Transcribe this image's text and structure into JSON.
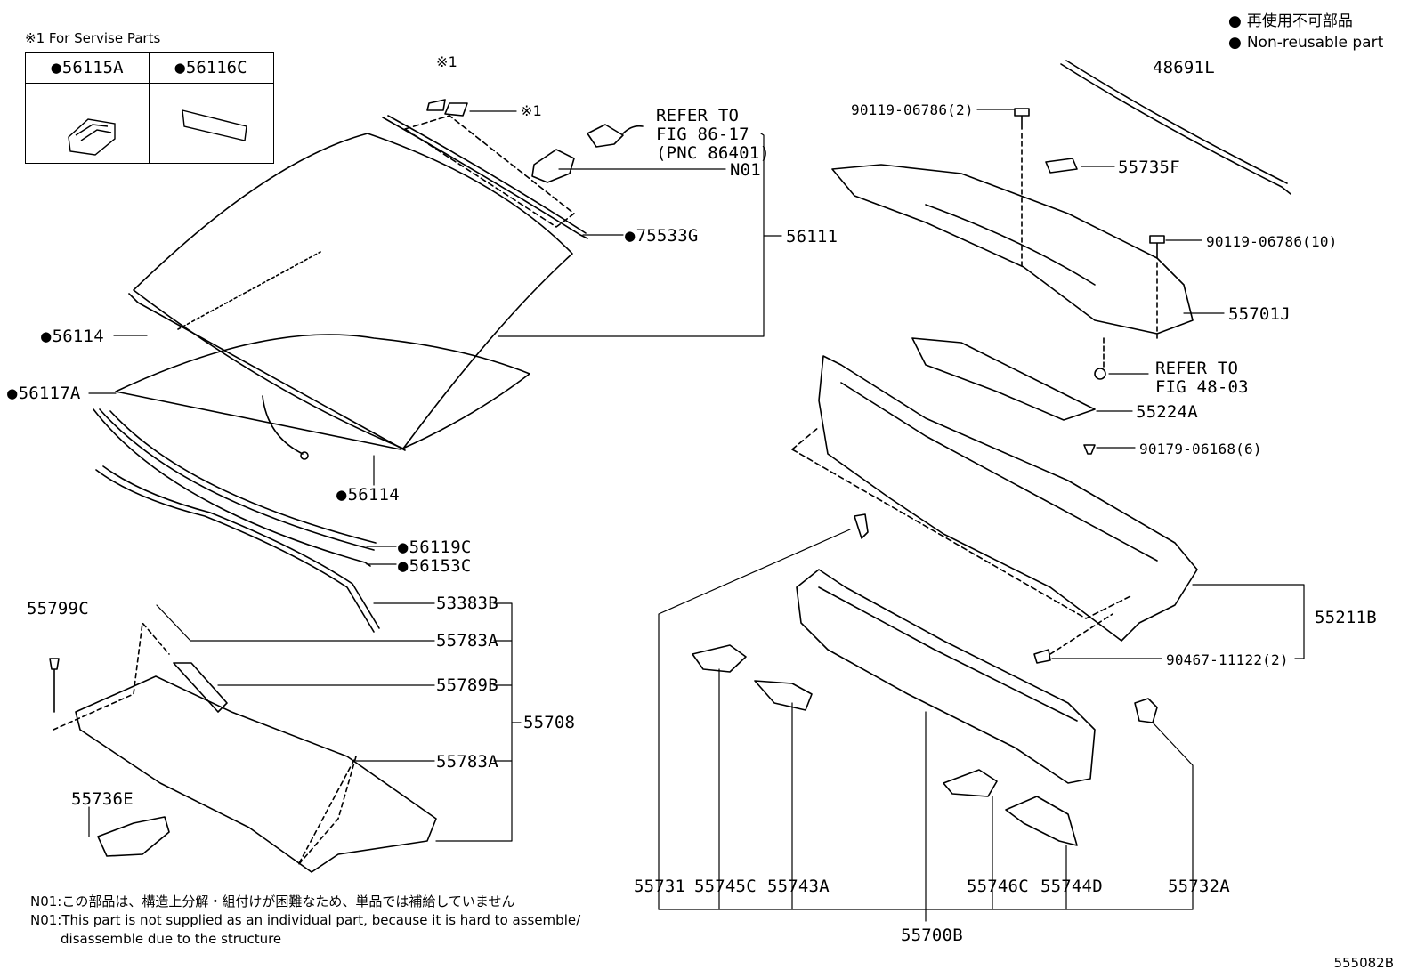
{
  "legend": {
    "jp": "再使用不可部品",
    "en": "Non-reusable part"
  },
  "service_note": "※1 For Servise Parts",
  "service_table": [
    "56115A",
    "56116C"
  ],
  "refer_1": [
    "REFER TO",
    "FIG 86-17",
    "(PNC 86401)"
  ],
  "refer_2": [
    "REFER TO",
    "FIG 48-03"
  ],
  "parts": {
    "p48691L": "48691L",
    "p90119_2": "90119-06786(2)",
    "p55735F": "55735F",
    "p90119_10": "90119-06786(10)",
    "p55701J": "55701J",
    "p55224A": "55224A",
    "p90179": "90179-06168(6)",
    "p55211B": "55211B",
    "p90467": "90467-11122(2)",
    "pN01": "N01",
    "p56111": "56111",
    "p75533G": "75533G",
    "p56114a": "56114",
    "p56117A": "56117A",
    "p56114b": "56114",
    "p56119C": "56119C",
    "p56153C": "56153C",
    "p55799C": "55799C",
    "p53383B": "53383B",
    "p55783A_1": "55783A",
    "p55789B": "55789B",
    "p55708": "55708",
    "p55783A_2": "55783A",
    "p55736E": "55736E",
    "p55731": "55731",
    "p55745C": "55745C",
    "p55743A": "55743A",
    "p55746C": "55746C",
    "p55744D": "55744D",
    "p55732A": "55732A",
    "p55700B": "55700B",
    "star1a": "※1",
    "star1b": "※1"
  },
  "notes": {
    "jp": "N01:この部品は、構造上分解・組付けが困難なため、単品では補給していません",
    "en1": "N01:This part is not supplied as an individual part, because it is hard to assemble/",
    "en2": "disassemble due to the structure"
  },
  "diagram_id": "555082B"
}
